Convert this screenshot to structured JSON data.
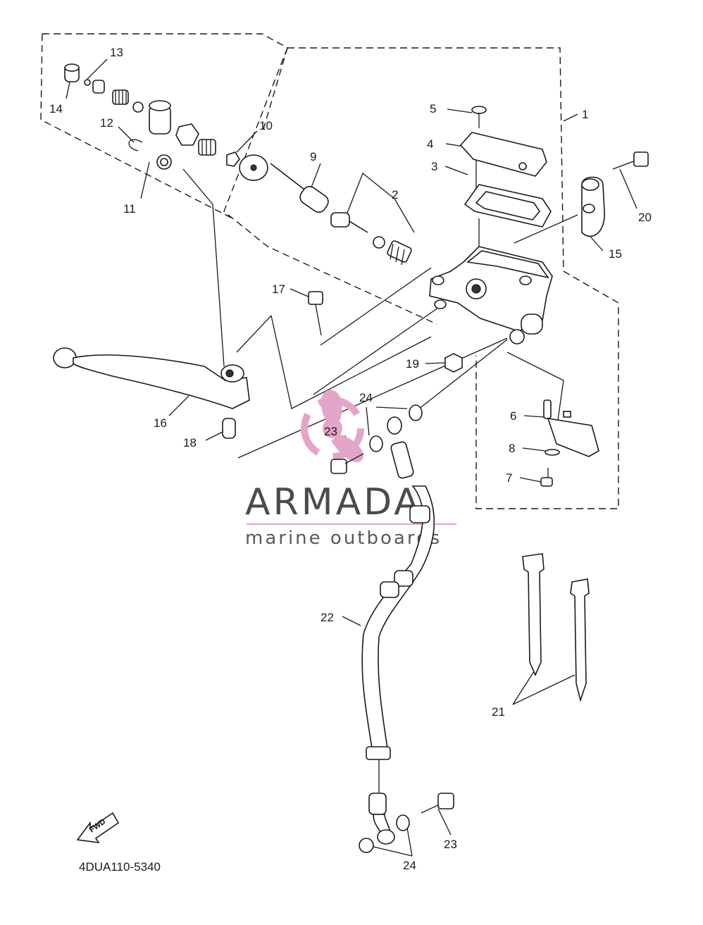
{
  "diagram_code": "4DUA110-5340",
  "watermark": {
    "brand": "ARMADA",
    "tagline": "marine outboards",
    "accent_color": "#e3a6c8",
    "rule_color": "#e3a6c8"
  },
  "fwd_label": "FWD",
  "callouts": {
    "c1": "1",
    "c2": "2",
    "c3": "3",
    "c4": "4",
    "c5": "5",
    "c6": "6",
    "c7": "7",
    "c8": "8",
    "c9": "9",
    "c10": "10",
    "c11": "11",
    "c12": "12",
    "c13": "13",
    "c14": "14",
    "c15": "15",
    "c16": "16",
    "c17": "17",
    "c18": "18",
    "c19": "19",
    "c20": "20",
    "c21": "21",
    "c22": "22",
    "c23a": "23",
    "c23b": "23",
    "c24a": "24",
    "c24b": "24"
  }
}
